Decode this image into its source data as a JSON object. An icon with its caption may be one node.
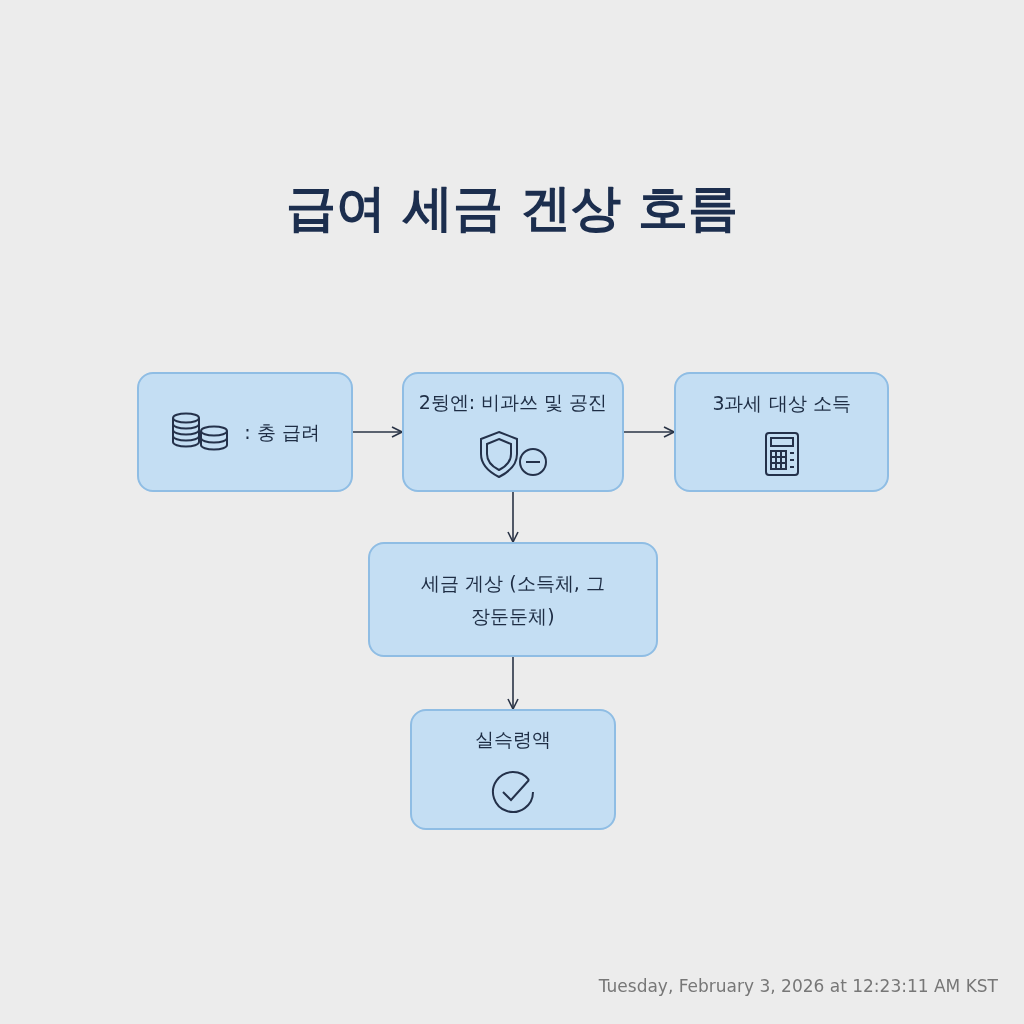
{
  "diagram": {
    "title": "급여 세금 겐상 호름",
    "nodes": [
      {
        "text": [
          ": 충 급려"
        ]
      },
      {
        "text": [
          "2뒹엔: 비과쓰 및 공진"
        ]
      },
      {
        "text": [
          "3과세 대상 소득"
        ]
      },
      {
        "text": [
          "세금 게상 (소득체, 그장둔둔체)"
        ]
      },
      {
        "text": [
          "실슥령액"
        ]
      }
    ],
    "edges": [
      {
        "from": 0,
        "to": 1,
        "arrow": "to"
      },
      {
        "from": 1,
        "to": 2,
        "arrow": "to"
      },
      {
        "from": 1,
        "to": 3,
        "arrow": "to"
      },
      {
        "from": 3,
        "to": 4,
        "arrow": "to"
      }
    ],
    "labels": [
      "Tuesday, February 3, 2026 at 12:23:11 AM KST"
    ]
  }
}
